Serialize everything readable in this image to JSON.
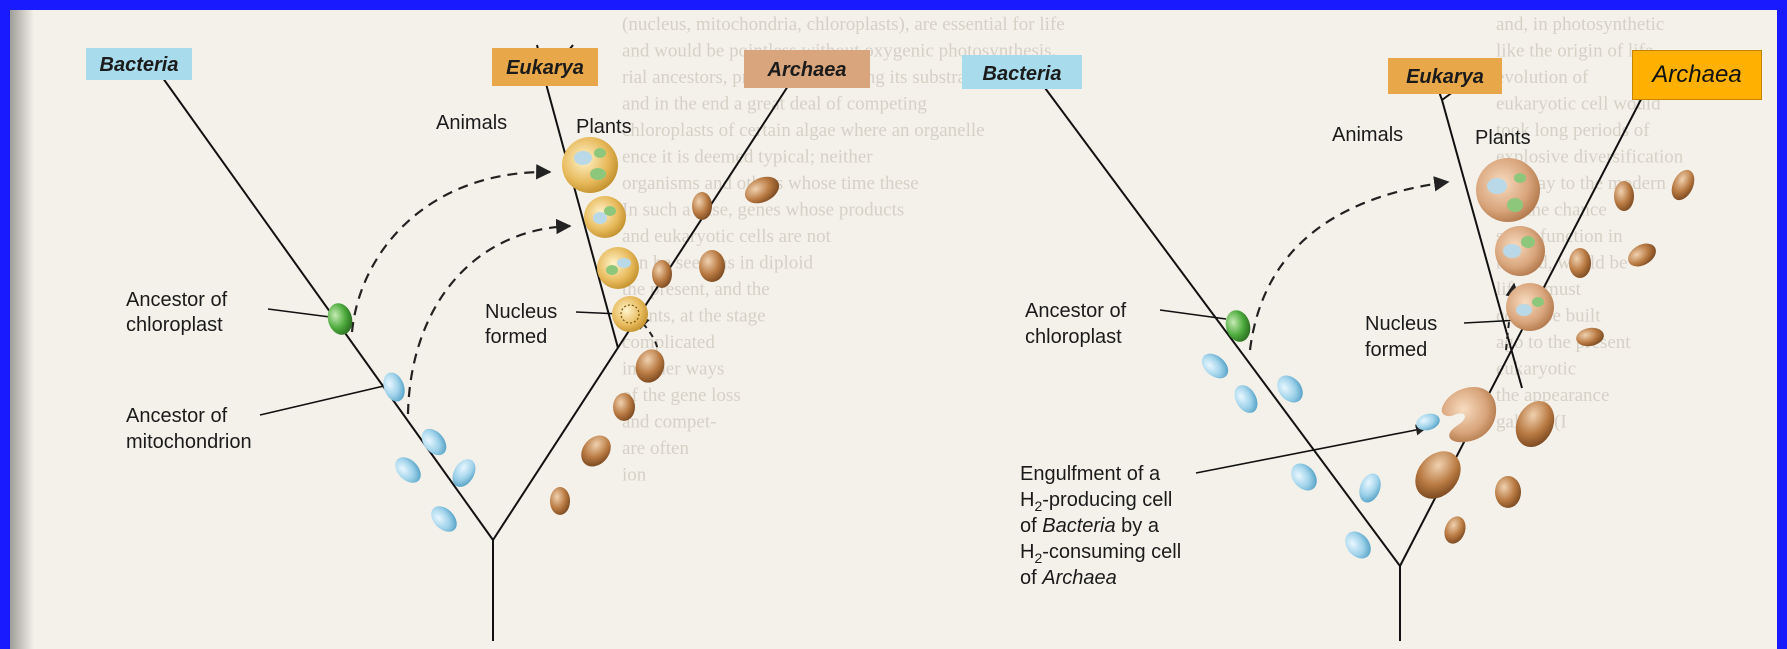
{
  "left_panel": {
    "domains": {
      "bacteria": "Bacteria",
      "eukarya": "Eukarya",
      "archaea": "Archaea"
    },
    "labels": {
      "animals": "Animals",
      "plants": "Plants",
      "ancestor_chloroplast": [
        "Ancestor of",
        "chloroplast"
      ],
      "ancestor_mitochondrion": [
        "Ancestor of",
        "mitochondrion"
      ],
      "nucleus_formed": [
        "Nucleus",
        "formed"
      ]
    }
  },
  "right_panel": {
    "domains": {
      "bacteria": "Bacteria",
      "eukarya": "Eukarya"
    },
    "labels": {
      "animals": "Animals",
      "plants": "Plants",
      "ancestor_chloroplast": [
        "Ancestor of",
        "chloroplast"
      ],
      "nucleus_formed": [
        "Nucleus",
        "formed"
      ],
      "engulfment": {
        "line1": "Engulfment of a",
        "line2_pre": "H",
        "line2_sub": "2",
        "line2_post": "-producing cell",
        "line3_pre": "of ",
        "line3_italic": "Bacteria",
        "line3_post": " by a",
        "line4_pre": "H",
        "line4_sub": "2",
        "line4_post": "-consuming cell",
        "line5_pre": "of ",
        "line5_italic": "Archaea"
      }
    }
  },
  "overlay_label": "Archaea",
  "colors": {
    "frame": "#1a1aff",
    "bacteria_box": "#a8dcec",
    "eukarya_box": "#e8a84a",
    "archaea_box": "#d9a57c",
    "overlay_box": "#ffb000",
    "bacteria_cell": "#9fd2ea",
    "chloroplast_cell": "#4caa3c",
    "eukaryote_cell": "#e7b95a",
    "archaea_cell": "#b97a42"
  },
  "background_text": {
    "middle_column": [
      "(nucleus, mitochondria, chloroplasts), are essential for life",
      "and would be pointless without oxygenic photosynthesis.",
      "rial ancestors, probably preserving its substrate",
      "and in the end a great deal of competing",
      "chloroplasts of certain algae where an organelle",
      "ence it is deemed typical; neither",
      "organisms and others whose time these",
      "In such a case, genes whose products",
      "and eukaryotic cells are not",
      "can be seen, as in diploid",
      "the present, and the",
      "events, at the stage",
      "complicated",
      "in other ways",
      "of the gene loss",
      "and compet-",
      "are often",
      "ion"
    ],
    "right_column": [
      "and, in photosynthetic",
      "like the origin of life,",
      "evolution of",
      "eukaryotic cell would",
      "took long periods of",
      "explosive diversification",
      "the way to the modern",
      "has the chance",
      "same function in",
      "ranked, would be",
      "life, a must",
      "could be built",
      "ago to the present",
      "eukaryotic",
      "the appearance",
      "gal life (I"
    ]
  }
}
